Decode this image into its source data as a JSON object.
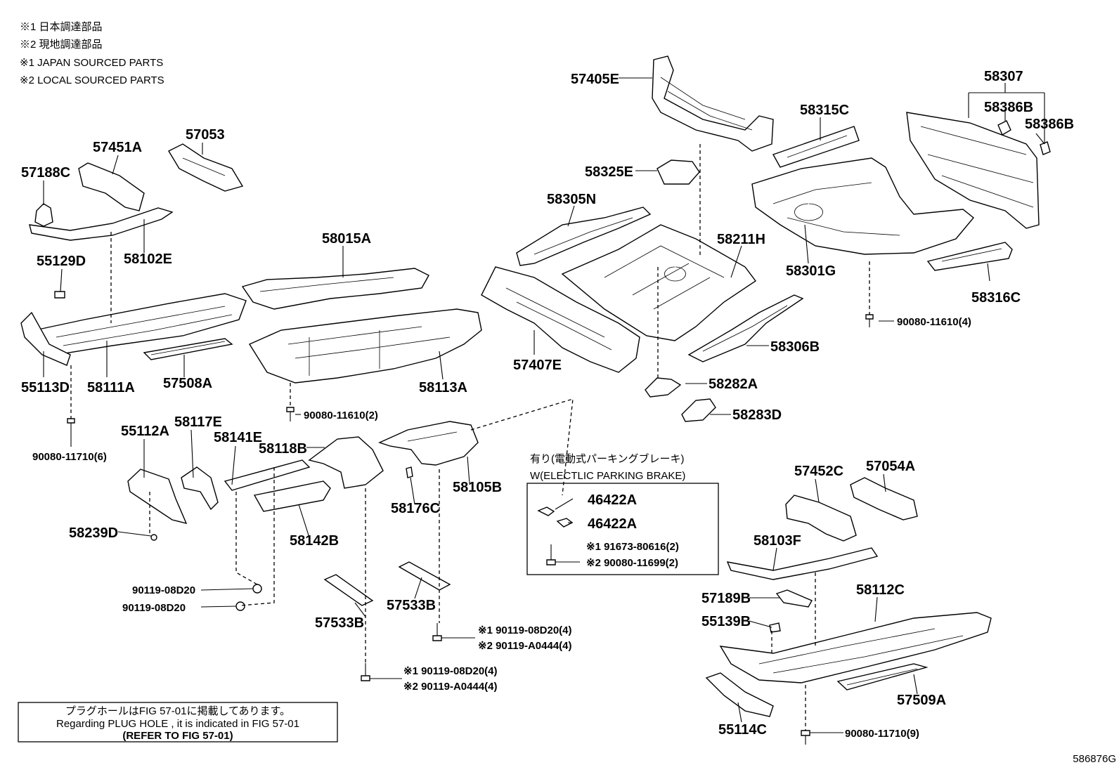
{
  "notes": {
    "line1": "※1 日本調達部品",
    "line2": "※2 現地調達部品",
    "line3": "※1 JAPAN SOURCED PARTS",
    "line4": "※2 LOCAL SOURCED PARTS"
  },
  "parts": {
    "p57405E": "57405E",
    "p58315C": "58315C",
    "p58307": "58307",
    "p58386B_a": "58386B",
    "p58386B_b": "58386B",
    "p57053": "57053",
    "p57451A": "57451A",
    "p57188C": "57188C",
    "p58325E": "58325E",
    "p58305N": "58305N",
    "p58211H": "58211H",
    "p58301G": "58301G",
    "p58316C": "58316C",
    "p55129D": "55129D",
    "p58102E": "58102E",
    "p58015A": "58015A",
    "p58306B": "58306B",
    "p57407E": "57407E",
    "p55113D": "55113D",
    "p58111A": "58111A",
    "p57508A": "57508A",
    "p58113A": "58113A",
    "p58282A": "58282A",
    "p58283D": "58283D",
    "p55112A": "55112A",
    "p58117E": "58117E",
    "p58141E": "58141E",
    "p58118B": "58118B",
    "p58105B": "58105B",
    "p58176C": "58176C",
    "p58239D": "58239D",
    "p58142B": "58142B",
    "p57452C": "57452C",
    "p57054A": "57054A",
    "p46422A_a": "46422A",
    "p46422A_b": "46422A",
    "p58103F": "58103F",
    "p58112C": "58112C",
    "p57189B": "57189B",
    "p55139B": "55139B",
    "p57533B_a": "57533B",
    "p57533B_b": "57533B",
    "p57509A": "57509A",
    "p55114C": "55114C"
  },
  "fasteners": {
    "f_90080_11610_4": "90080-11610(4)",
    "f_90080_11610_2": "90080-11610(2)",
    "f_90080_11710_6": "90080-11710(6)",
    "f_90119_08D20_a": "90119-08D20",
    "f_90119_08D20_b": "90119-08D20",
    "f_s1_91673": "※1 91673-80616(2)",
    "f_s2_90080_11699": "※2 90080-11699(2)",
    "f_s1_90119_08D20_4a": "※1 90119-08D20(4)",
    "f_s2_90119_A0444_4a": "※2 90119-A0444(4)",
    "f_s1_90119_08D20_4b": "※1 90119-08D20(4)",
    "f_s2_90119_A0444_4b": "※2 90119-A0444(4)",
    "f_90080_11710_9": "90080-11710(9)"
  },
  "epb_box": {
    "title_jp": "有り(電動式パーキングブレーキ)",
    "title_en": "W(ELECTLIC PARKING BRAKE)"
  },
  "plug_note": {
    "line1": "プラグホールはFIG 57-01に掲載してあります。",
    "line2": "Regarding  PLUG  HOLE , it is indicated in FIG  57-01",
    "line3": "(REFER TO FIG 57-01)"
  },
  "figure_code": "586876G"
}
